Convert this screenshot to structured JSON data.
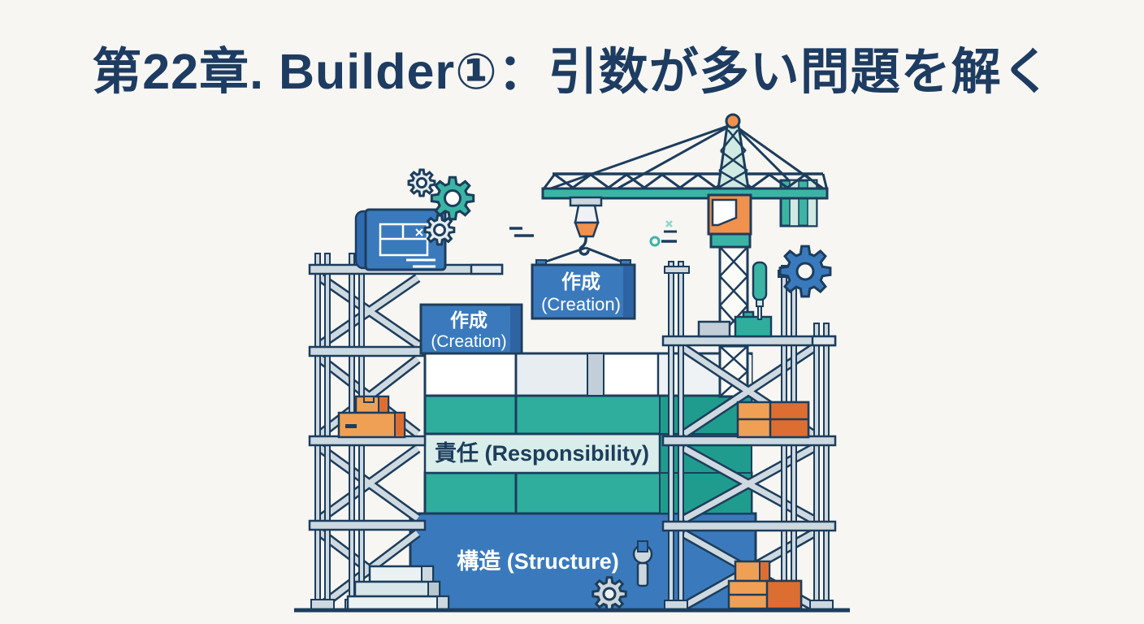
{
  "title": {
    "text": "第22章. Builder①：引数が多い問題を解く"
  },
  "illustration": {
    "hanging_box": {
      "line1": "作成",
      "line2": "(Creation)"
    },
    "top_box": {
      "line1": "作成",
      "line2": "(Creation)"
    },
    "responsibility_band": {
      "label": "責任 (Responsibility)"
    },
    "structure_base": {
      "label": "構造 (Structure)"
    },
    "colors": {
      "background": "#f7f6f3",
      "title_text": "#1e3c61",
      "outline_navy": "#1d3d5c",
      "primary_blue": "#3a7abc",
      "blue_shade": "#2e63a4",
      "teal": "#2fae9e",
      "teal_dark": "#1f9c8d",
      "mint_band": "#d9eeea",
      "crane_teal": "#3cb4a4",
      "crane_lattice": "#cfe9e3",
      "steel": "#cdd9e0",
      "orange_light": "#f0a055",
      "orange_dark": "#dd6e31"
    }
  }
}
